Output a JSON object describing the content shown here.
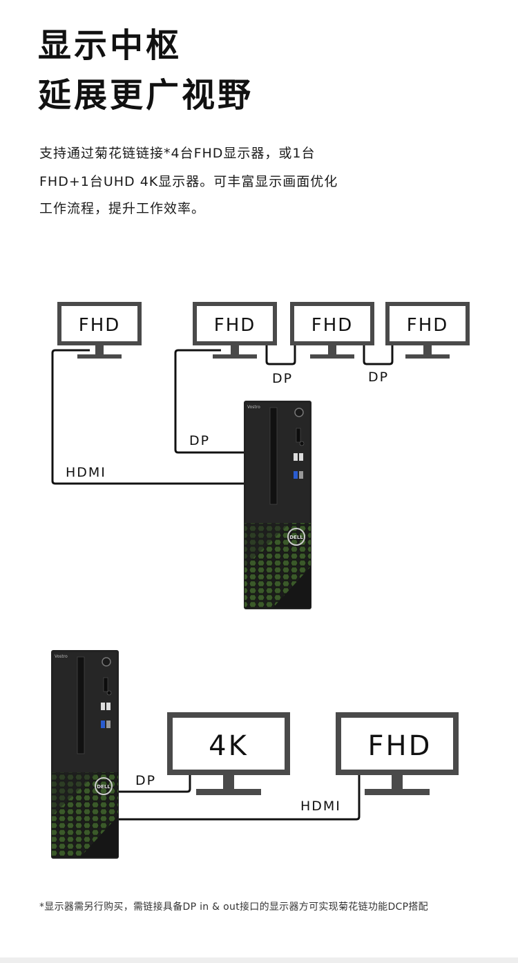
{
  "headline": {
    "line1": "显示中枢",
    "line2": "延展更广视野"
  },
  "description": {
    "line1": "支持通过菊花链链接*4台FHD显示器，或1台",
    "line2": "FHD+1台UHD 4K显示器。可丰富显示画面优化",
    "line3": "工作流程，提升工作效率。"
  },
  "diagram_top": {
    "monitors": [
      "FHD",
      "FHD",
      "FHD",
      "FHD"
    ],
    "cables": {
      "hdmi": "HDMI",
      "dp_main": "DP",
      "dp_chain_1": "DP",
      "dp_chain_2": "DP"
    },
    "pc_brand": "Vostro",
    "pc_logo": "DELL"
  },
  "diagram_bottom": {
    "monitors": [
      "4K",
      "FHD"
    ],
    "cables": {
      "dp": "DP",
      "hdmi": "HDMI"
    },
    "pc_brand": "Vostro",
    "pc_logo": "DELL"
  },
  "footnote": "*显示器需另行购买，需链接具备DP in & out接口的显示器方可实现菊花链功能DCP搭配",
  "colors": {
    "monitor_frame": "#4a4a4a",
    "pc_body": "#1e1e1e",
    "pc_accent": "#5a8a3a",
    "cable": "#111111"
  }
}
